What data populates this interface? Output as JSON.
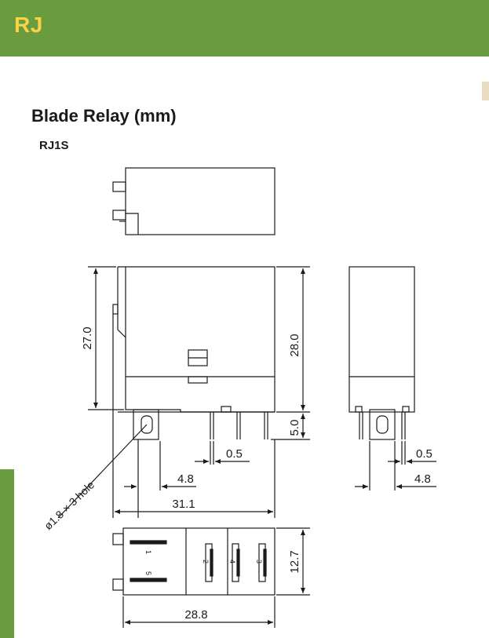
{
  "header": {
    "title": "RJ"
  },
  "section": {
    "title": "Blade Relay (mm)",
    "model": "RJ1S"
  },
  "dimensions": {
    "height_body": "27.0",
    "height_total": "28.0",
    "pin_length": "5.0",
    "pin_width_front": "0.5",
    "pin_pitch_front": "4.8",
    "width_total": "31.1",
    "hole_callout": "ø1.8 × 3 hole",
    "pin_width_side": "0.5",
    "pin_pitch_side": "4.8",
    "depth_bottom": "12.7",
    "width_bottom": "28.8"
  },
  "terminals": [
    "1",
    "5",
    "2",
    "4",
    "3"
  ],
  "colors": {
    "header_bg": "#6a9b3e",
    "header_text": "#f6d44a"
  }
}
